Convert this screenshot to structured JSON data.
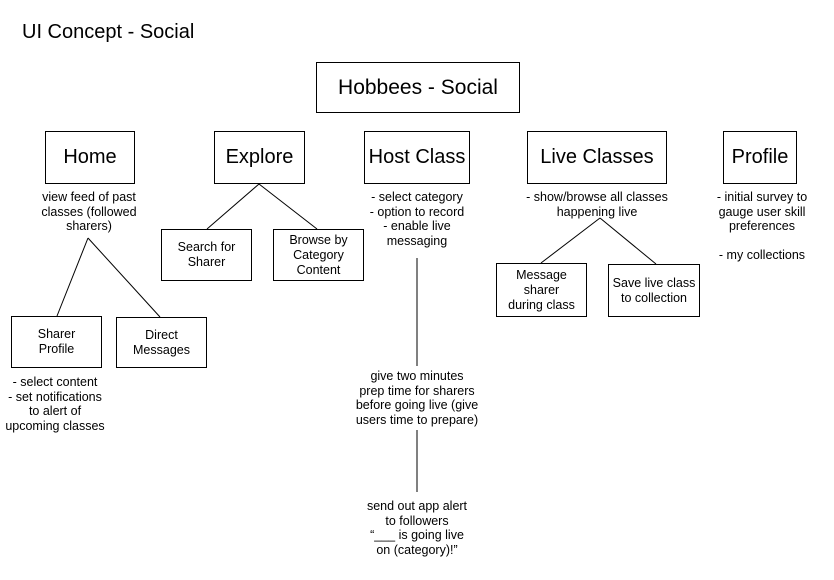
{
  "page_title": "UI Concept - Social",
  "root": {
    "label": "Hobbees - Social"
  },
  "sections": {
    "home": {
      "label": "Home",
      "note": "view feed of past\nclasses (followed\nsharers)",
      "children": {
        "sharer_profile": {
          "label": "Sharer\nProfile",
          "note": "- select content\n- set notifications\nto alert of\nupcoming classes"
        },
        "direct_messages": {
          "label": "Direct\nMessages"
        }
      }
    },
    "explore": {
      "label": "Explore",
      "children": {
        "search_sharer": {
          "label": "Search for\nSharer"
        },
        "browse_category": {
          "label": "Browse by\nCategory\nContent"
        }
      }
    },
    "host_class": {
      "label": "Host Class",
      "note": "- select category\n- option to record\n- enable live\nmessaging",
      "step_1": "give two minutes\nprep time for sharers\nbefore going live (give\nusers time to prepare)",
      "step_2": "send out app alert\nto followers\n“___ is going live\non (category)!”"
    },
    "live_classes": {
      "label": "Live Classes",
      "note": "- show/browse all classes\nhappening live",
      "children": {
        "message_sharer": {
          "label": "Message\nsharer\nduring class"
        },
        "save_live_class": {
          "label": "Save live class\nto collection"
        }
      }
    },
    "profile": {
      "label": "Profile",
      "note": "- initial survey to\ngauge user skill\npreferences\n\n- my collections"
    }
  }
}
